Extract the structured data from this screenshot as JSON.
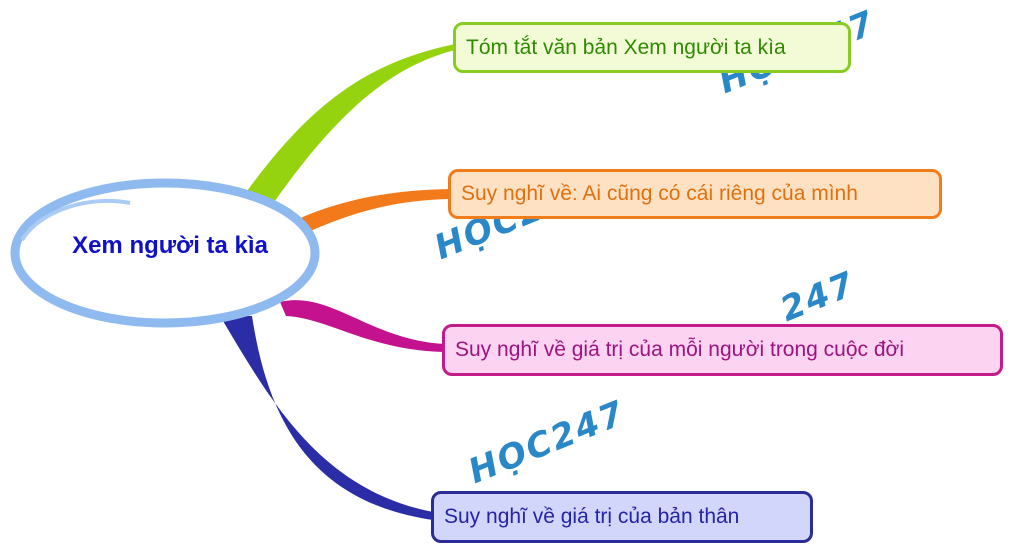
{
  "center": {
    "label": "Xem người ta kìa"
  },
  "branches": [
    {
      "label": "Tóm tắt văn bản Xem người ta kìa",
      "color": "#88cc22"
    },
    {
      "label": "Suy nghĩ về: Ai cũng có cái riêng của mình",
      "color": "#f07d1c"
    },
    {
      "label": "Suy nghĩ về giá trị của mỗi người trong cuộc đời",
      "color": "#c21b8a"
    },
    {
      "label": "Suy nghĩ về giá trị của bản thân",
      "color": "#2a2d98"
    }
  ],
  "watermarks": [
    "HỌC247",
    "HỌC247",
    "247",
    "HỌC247"
  ],
  "colors": {
    "center_ring": "#8fbaf0",
    "center_text": "#1010c8",
    "watermark": "#2a87c8"
  }
}
